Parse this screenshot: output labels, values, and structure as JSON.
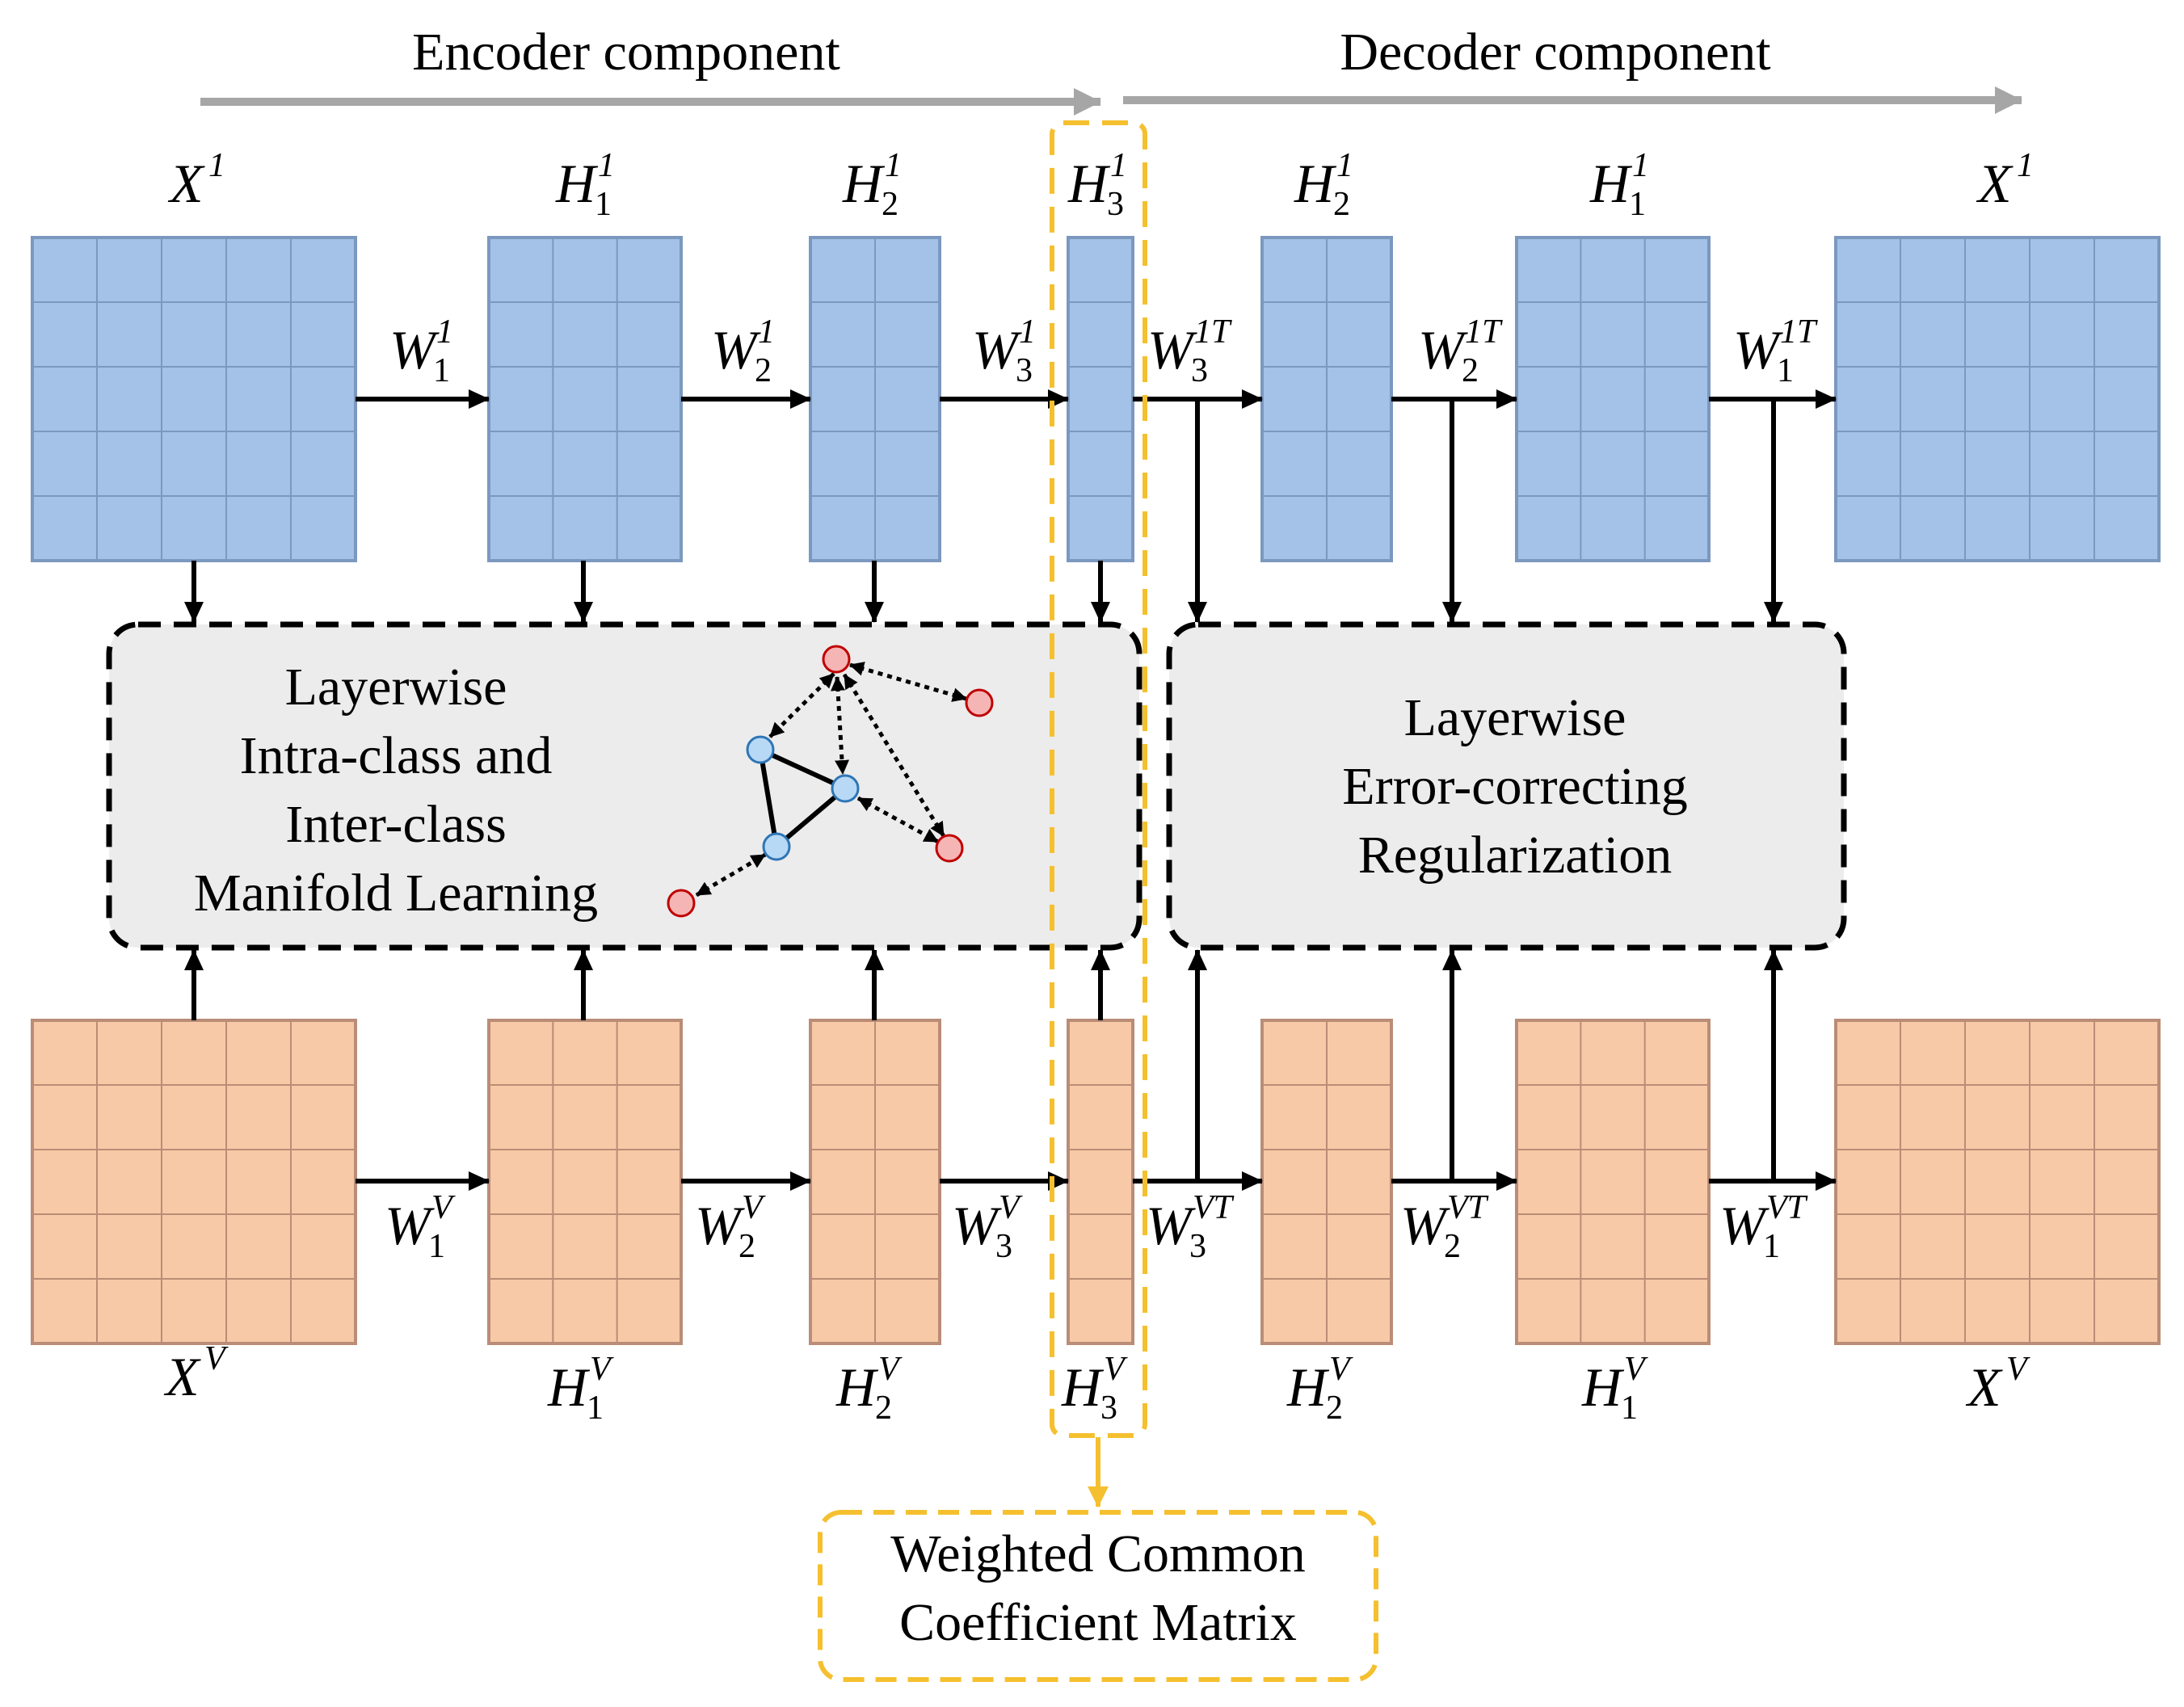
{
  "diagram": {
    "top_labels": {
      "encoder": "Encoder component",
      "decoder": "Decoder component"
    },
    "symbols": {
      "X": "X",
      "H": "H",
      "W": "W",
      "sup_view1": "1",
      "sup_viewV": "V",
      "sup_view1_T": "1T",
      "sup_viewV_T": "VT",
      "sub_1": "1",
      "sub_2": "2",
      "sub_3": "3"
    },
    "panels": {
      "manifold": {
        "line1": "Layerwise",
        "line2": "Intra-class and",
        "line3": "Inter-class",
        "line4": "Manifold Learning"
      },
      "error": {
        "line1": "Layerwise",
        "line2": "Error-correcting",
        "line3": "Regularization"
      }
    },
    "output_box": {
      "line1": "Weighted Common",
      "line2": "Coefficient Matrix"
    },
    "colors": {
      "view1_fill": "#a4c2e8",
      "view1_grid": "#7b98bf",
      "viewV_fill": "#f8c9a7",
      "viewV_grid": "#b98d77",
      "panel_fill": "#ececec",
      "highlight": "#f5c02f",
      "progress_arrow": "#a6a6a6",
      "graph_node_red": "#f5b5b5",
      "graph_node_blue": "#b7d9f5"
    }
  }
}
